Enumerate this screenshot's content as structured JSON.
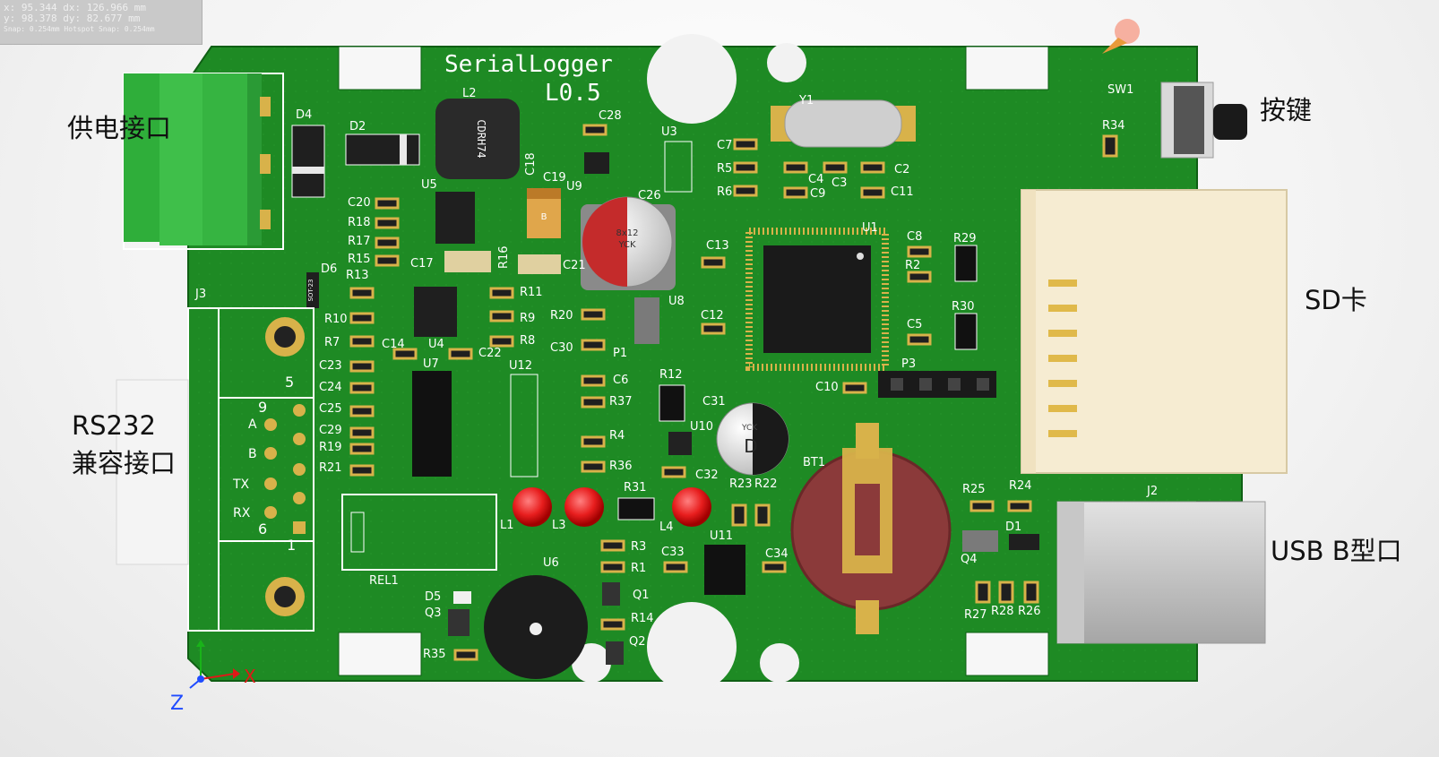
{
  "hud": {
    "line1": "x: 95.344   dx: 126.966 mm",
    "line2": "y: 98.378   dy: 82.677  mm",
    "line3": "Snap: 0.254mm Hotspot Snap: 0.254mm"
  },
  "board": {
    "title": "SerialLogger",
    "version": "L0.5",
    "rs232_pins": [
      "A",
      "B",
      "TX",
      "RX"
    ],
    "refdes": [
      "D4",
      "D2",
      "L2",
      "C28",
      "U3",
      "C7",
      "R5",
      "R6",
      "Y1",
      "C4",
      "C3",
      "C2",
      "C9",
      "C11",
      "SW1",
      "R34",
      "C20",
      "R18",
      "R17",
      "R15",
      "U5",
      "C18",
      "C19",
      "C26",
      "U9",
      "C17",
      "R16",
      "C21",
      "C13",
      "U1",
      "C8",
      "R29",
      "R2",
      "D6",
      "R13",
      "R10",
      "R11",
      "R9",
      "R8",
      "R7",
      "C14",
      "U4",
      "C22",
      "C23",
      "C24",
      "C25",
      "C29",
      "R19",
      "R21",
      "U7",
      "U12",
      "C6",
      "R37",
      "R4",
      "R36",
      "R20",
      "C30",
      "U8",
      "C12",
      "P1",
      "R12",
      "C31",
      "U10",
      "C32",
      "C5",
      "R30",
      "P3",
      "C10",
      "BT1",
      "R31",
      "R23",
      "R22",
      "L1",
      "L3",
      "L4",
      "R3",
      "R1",
      "Q1",
      "R14",
      "Q2",
      "C33",
      "U11",
      "C34",
      "U6",
      "D5",
      "Q3",
      "R35",
      "REL1",
      "J3",
      "J2",
      "R25",
      "R24",
      "D1",
      "Q4",
      "R27",
      "R28",
      "R26"
    ],
    "components": {
      "inductor_marking": "CDRH74",
      "ecap_marking_1": "8x12",
      "ecap_marking_2": "YCK",
      "ecap2_marking": "YCK",
      "ecap2_d": "D",
      "tant_marking": "B",
      "sot_marking": "SOT-23"
    },
    "pin_numbers": [
      "5",
      "9",
      "6",
      "1"
    ]
  },
  "axes": {
    "x": "X",
    "z": "Z"
  },
  "callouts": {
    "power": "供电接口",
    "button": "按键",
    "sd": "SD卡",
    "rs232_line1": "RS232",
    "rs232_line2": "兼容接口",
    "usb": "USB B型口"
  },
  "colors": {
    "pcb": "#1e8a24",
    "pcb_dark": "#0f5f14",
    "silkscreen": "#ffffff",
    "terminal_green": "#3fbf4a",
    "battery": "#8b3a3a",
    "led": "#e81e1e",
    "gold": "#d8b24a"
  }
}
